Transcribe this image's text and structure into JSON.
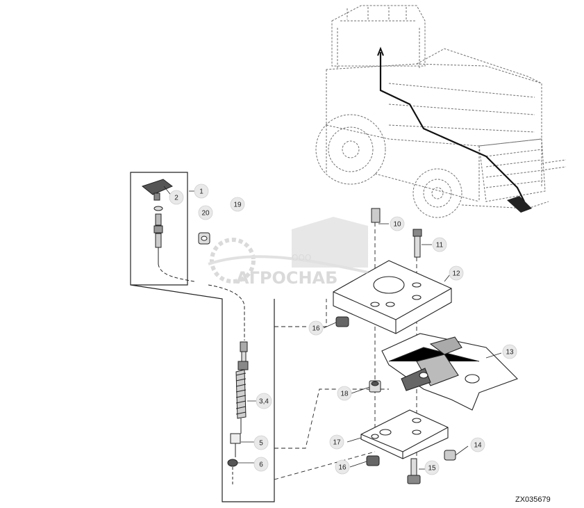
{
  "figure_id": "ZX035679",
  "watermark": {
    "brand": "АГРОСНАБ",
    "prefix": "ООО"
  },
  "callouts": [
    {
      "id": "c1",
      "label": "1"
    },
    {
      "id": "c2",
      "label": "2"
    },
    {
      "id": "c3_4",
      "label": "3,4"
    },
    {
      "id": "c5",
      "label": "5"
    },
    {
      "id": "c6",
      "label": "6"
    },
    {
      "id": "c10",
      "label": "10"
    },
    {
      "id": "c11",
      "label": "11"
    },
    {
      "id": "c12",
      "label": "12"
    },
    {
      "id": "c13",
      "label": "13"
    },
    {
      "id": "c14",
      "label": "14"
    },
    {
      "id": "c15",
      "label": "15"
    },
    {
      "id": "c16a",
      "label": "16"
    },
    {
      "id": "c16b",
      "label": "16"
    },
    {
      "id": "c17",
      "label": "17"
    },
    {
      "id": "c18",
      "label": "18"
    },
    {
      "id": "c19",
      "label": "19"
    },
    {
      "id": "c20",
      "label": "20"
    }
  ]
}
